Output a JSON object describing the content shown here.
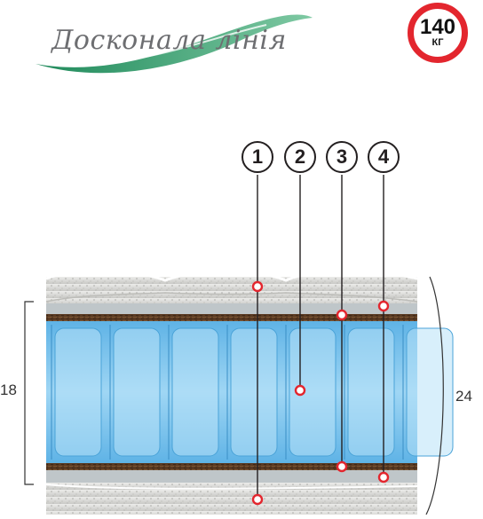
{
  "logo": {
    "text": "Досконала лінія"
  },
  "badge": {
    "value": "140",
    "unit": "КГ"
  },
  "callouts": [
    {
      "number": "1"
    },
    {
      "number": "2"
    },
    {
      "number": "3"
    },
    {
      "number": "4"
    }
  ],
  "dimensions": {
    "core_height": "18",
    "total_height": "24"
  },
  "colors": {
    "badge_ring": "#e3262e",
    "springs": "#7fc4ec",
    "coir": "#5a3a22",
    "foam": "#d8d8d6",
    "marker": "#e3262e"
  }
}
